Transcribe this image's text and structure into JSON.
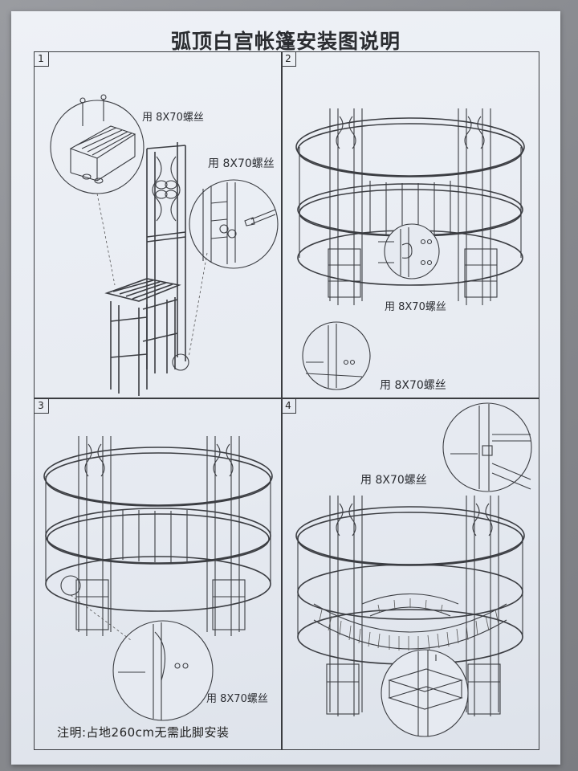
{
  "document": {
    "title": "弧顶白宫帐篷安装图说明",
    "steps": [
      {
        "number": "1",
        "labels": [
          "用 8X70螺丝",
          "用 8X70螺丝"
        ]
      },
      {
        "number": "2",
        "labels": [
          "用 8X70螺丝",
          "用 8X70螺丝"
        ]
      },
      {
        "number": "3",
        "labels": [
          "用 8X70螺丝"
        ],
        "note": "注明:占地260cm无需此脚安装"
      },
      {
        "number": "4",
        "labels": [
          "用 8X70螺丝"
        ]
      }
    ]
  }
}
